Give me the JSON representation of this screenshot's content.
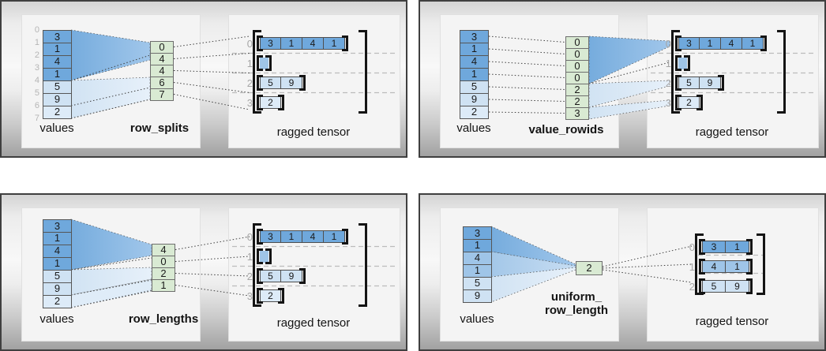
{
  "colors": {
    "dark": "#6fa8dc",
    "medium": "#9fc5e8",
    "light": "#cfe2f3",
    "lighter": "#ddebf8",
    "green": "#d9ead3"
  },
  "panels": [
    {
      "name": "row_splits",
      "values_label": "values",
      "param_label": "row_splits",
      "tensor_label": "ragged tensor",
      "value_indices": [
        "0",
        "1",
        "2",
        "3",
        "4",
        "5",
        "6",
        "7"
      ],
      "value_cells": [
        {
          "v": "3",
          "s": "dark"
        },
        {
          "v": "1",
          "s": "dark"
        },
        {
          "v": "4",
          "s": "dark"
        },
        {
          "v": "1",
          "s": "dark"
        },
        {
          "v": "5",
          "s": "light"
        },
        {
          "v": "9",
          "s": "light"
        },
        {
          "v": "2",
          "s": "lighter"
        }
      ],
      "param_cells": [
        "0",
        "4",
        "4",
        "6",
        "7"
      ],
      "tensor_rows": [
        {
          "label": "0",
          "s": "dark",
          "cells": [
            "3",
            "1",
            "4",
            "1"
          ]
        },
        {
          "label": "1",
          "s": "medium",
          "cells": []
        },
        {
          "label": "2",
          "s": "light",
          "cells": [
            "5",
            "9"
          ]
        },
        {
          "label": "3",
          "s": "lighter",
          "cells": [
            "2"
          ]
        }
      ]
    },
    {
      "name": "value_rowids",
      "values_label": "values",
      "param_label": "value_rowids",
      "tensor_label": "ragged tensor",
      "value_cells": [
        {
          "v": "3",
          "s": "dark"
        },
        {
          "v": "1",
          "s": "dark"
        },
        {
          "v": "4",
          "s": "dark"
        },
        {
          "v": "1",
          "s": "dark"
        },
        {
          "v": "5",
          "s": "light"
        },
        {
          "v": "9",
          "s": "light"
        },
        {
          "v": "2",
          "s": "lighter"
        }
      ],
      "param_cells": [
        "0",
        "0",
        "0",
        "0",
        "2",
        "2",
        "3"
      ],
      "tensor_rows": [
        {
          "label": "0",
          "s": "dark",
          "cells": [
            "3",
            "1",
            "4",
            "1"
          ]
        },
        {
          "label": "1",
          "s": "medium",
          "cells": []
        },
        {
          "label": "2",
          "s": "light",
          "cells": [
            "5",
            "9"
          ]
        },
        {
          "label": "3",
          "s": "lighter",
          "cells": [
            "2"
          ]
        }
      ]
    },
    {
      "name": "row_lengths",
      "values_label": "values",
      "param_label": "row_lengths",
      "tensor_label": "ragged tensor",
      "value_cells": [
        {
          "v": "3",
          "s": "dark"
        },
        {
          "v": "1",
          "s": "dark"
        },
        {
          "v": "4",
          "s": "dark"
        },
        {
          "v": "1",
          "s": "dark"
        },
        {
          "v": "5",
          "s": "light"
        },
        {
          "v": "9",
          "s": "light"
        },
        {
          "v": "2",
          "s": "lighter"
        }
      ],
      "param_cells": [
        "4",
        "0",
        "2",
        "1"
      ],
      "tensor_rows": [
        {
          "label": "0",
          "s": "dark",
          "cells": [
            "3",
            "1",
            "4",
            "1"
          ]
        },
        {
          "label": "1",
          "s": "medium",
          "cells": []
        },
        {
          "label": "2",
          "s": "light",
          "cells": [
            "5",
            "9"
          ]
        },
        {
          "label": "3",
          "s": "lighter",
          "cells": [
            "2"
          ]
        }
      ]
    },
    {
      "name": "uniform_row_length",
      "values_label": "values",
      "param_label": "uniform_\nrow_length",
      "tensor_label": "ragged tensor",
      "value_cells": [
        {
          "v": "3",
          "s": "dark"
        },
        {
          "v": "1",
          "s": "dark"
        },
        {
          "v": "4",
          "s": "medium"
        },
        {
          "v": "1",
          "s": "medium"
        },
        {
          "v": "5",
          "s": "light"
        },
        {
          "v": "9",
          "s": "light"
        }
      ],
      "param_cells": [
        "2"
      ],
      "tensor_rows": [
        {
          "label": "0",
          "s": "dark",
          "cells": [
            "3",
            "1"
          ]
        },
        {
          "label": "1",
          "s": "medium",
          "cells": [
            "4",
            "1"
          ]
        },
        {
          "label": "2",
          "s": "light",
          "cells": [
            "5",
            "9"
          ]
        }
      ]
    }
  ]
}
